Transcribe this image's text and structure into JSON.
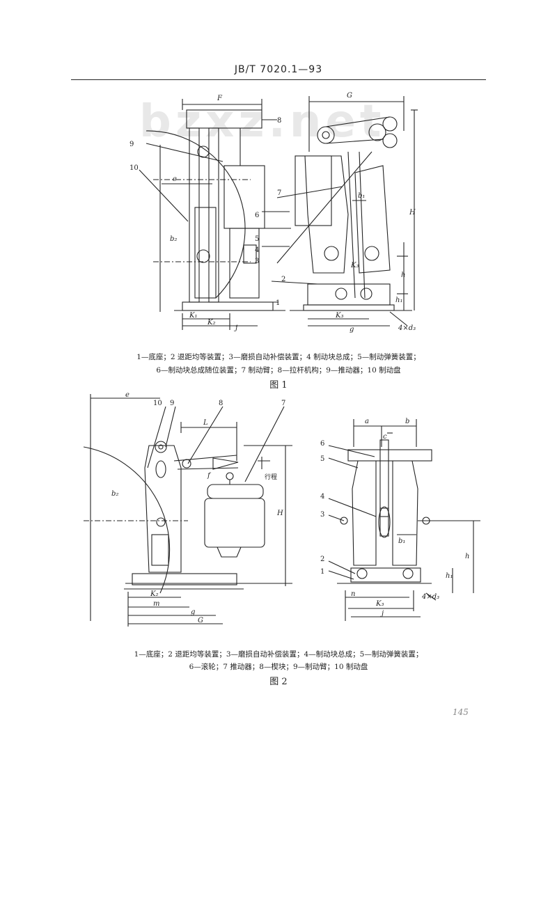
{
  "header": {
    "standard_code": "JB/T 7020.1—93"
  },
  "watermark": "bzxz.net",
  "figure1": {
    "callouts": [
      "1",
      "2",
      "3",
      "4",
      "5",
      "6",
      "7",
      "8",
      "9",
      "10"
    ],
    "dims": {
      "F": "F",
      "G": "G",
      "e": "e",
      "b2": "b₂",
      "b1": "b₁",
      "K3": "K₃",
      "H": "H",
      "h": "h",
      "h1": "h₁",
      "K1": "K₁",
      "K2": "K₂",
      "j": "j",
      "g": "g",
      "holes": "4×d₃"
    },
    "caption_line1": "1—底座；2 退距均等装置；3—磨损自动补偿装置；4 制动块总成；5—制动弹簧装置；",
    "caption_line2": "6—制动块总成随位装置；7 制动臂；8—拉杆机构；9—推动器；10 制动盘",
    "label": "图 1"
  },
  "figure2": {
    "callouts_left": [
      "10",
      "9",
      "8",
      "7"
    ],
    "callouts_right": [
      "6",
      "5",
      "4",
      "3",
      "2",
      "1"
    ],
    "dims": {
      "e": "e",
      "L": "L",
      "f": "f",
      "stroke": "行程",
      "b2": "b₂",
      "H": "H",
      "K2": "K₂",
      "m": "m",
      "g": "g",
      "G": "G",
      "a": "a",
      "b": "b",
      "c": "c",
      "b1": "b₁",
      "h": "h",
      "h1": "h₁",
      "n": "n",
      "K3": "K₃",
      "j": "j",
      "holes": "4×d₃"
    },
    "caption_line1": "1—底座；2 退距均等装置；3—磨损自动补偿装置；4—制动块总成；5—制动弹簧装置；",
    "caption_line2": "6—滚轮；7 推动器；8—楔块；9—制动臂；10 制动盘",
    "label": "图 2"
  },
  "page_number": "145"
}
